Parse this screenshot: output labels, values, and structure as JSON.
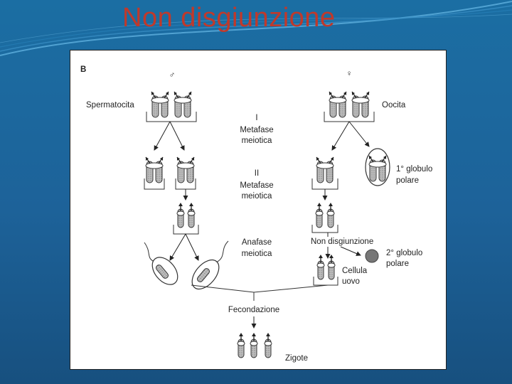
{
  "slide": {
    "title": "Non disgiunzione"
  },
  "figure": {
    "panel_letter": "B",
    "male_symbol": "♂",
    "female_symbol": "♀",
    "labels": {
      "spermatocita": "Spermatocita",
      "oocita": "Oocita",
      "stage_1_num": "I",
      "stage_1_line1": "Metafase",
      "stage_1_line2": "meiotica",
      "stage_2_num": "II",
      "stage_2_line1": "Metafase",
      "stage_2_line2": "meiotica",
      "globulo1_line1": "1° globulo",
      "globulo1_line2": "polare",
      "anafase_line1": "Anafase",
      "anafase_line2": "meiotica",
      "non_disgiunzione": "Non disgiunzione",
      "globulo2_line1": "2° globulo",
      "globulo2_line2": "polare",
      "cellula_line1": "Cellula",
      "cellula_line2": "uovo",
      "fecondazione": "Fecondazione",
      "zigote": "Zigote"
    }
  }
}
